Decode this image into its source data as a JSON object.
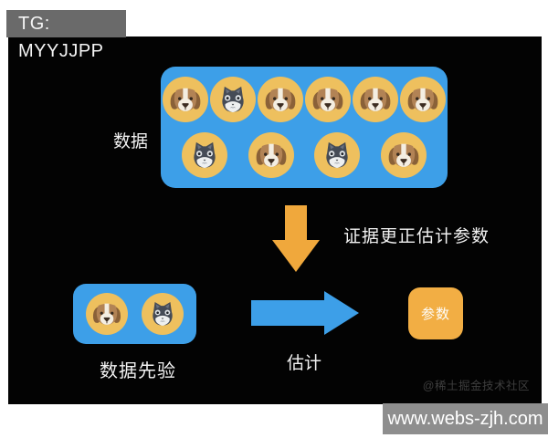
{
  "badge": {
    "label": "TG: MYYJJPP"
  },
  "diagram": {
    "data_box": {
      "label": "数据",
      "icons": [
        "dog",
        "cat",
        "dog",
        "dog",
        "dog",
        "dog",
        "cat",
        "dog",
        "cat",
        "dog"
      ]
    },
    "evidence_arrow_label": "证据更正估计参数",
    "prior_box": {
      "label": "数据先验",
      "icons": [
        "dog",
        "cat"
      ]
    },
    "estimate_arrow_label": "估计",
    "param_box": {
      "label": "参数"
    }
  },
  "watermark": {
    "text": "@稀土掘金技术社区"
  },
  "site_bar": {
    "url": "www.webs-zjh.com"
  },
  "colors": {
    "box_blue": "#3d9fe8",
    "coin_yellow": "#eec05e",
    "arrow_orange": "#f0a83c",
    "param_orange": "#f2ae44",
    "badge_gray": "#6a6a6a",
    "bar_gray": "#8e8e8e",
    "canvas_black": "#030303"
  }
}
